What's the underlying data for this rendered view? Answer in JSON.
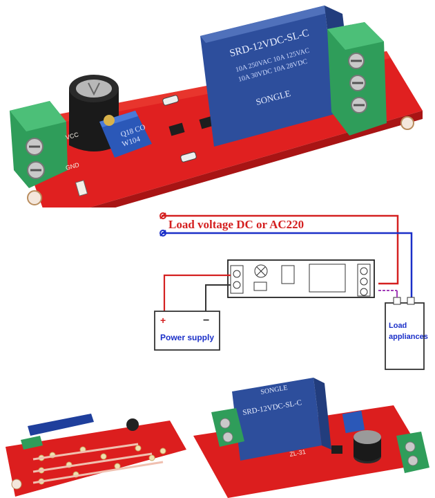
{
  "top_board": {
    "relay_model": "SRD-12VDC-SL-C",
    "relay_brand": "SONGLE",
    "relay_ratings": [
      "10A 250VAC 10A 125VAC",
      "10A 30VDC 10A 28VDC"
    ],
    "pot_marking": "W104",
    "pot_code": "Q18 CO",
    "pcb_gnd_label": "GND",
    "pcb_vcc_label": "VCC"
  },
  "diagram": {
    "load_voltage_label": "Load voltage DC or AC220",
    "power_supply_label": "Power supply",
    "load_label_line1": "Load",
    "load_label_line2": "appliances",
    "plus_sign": "+",
    "minus_sign": "−",
    "colors": {
      "positive": "#d42020",
      "negative": "#1a2fc8",
      "pcb": "#e32222",
      "terminal": "#2f9d5a",
      "relay": "#2d4e9c"
    }
  },
  "bottom_right_board": {
    "relay_model": "SRD-12VDC-SL-C",
    "relay_brand": "SONGLE",
    "silk_text": "ZL-31"
  }
}
